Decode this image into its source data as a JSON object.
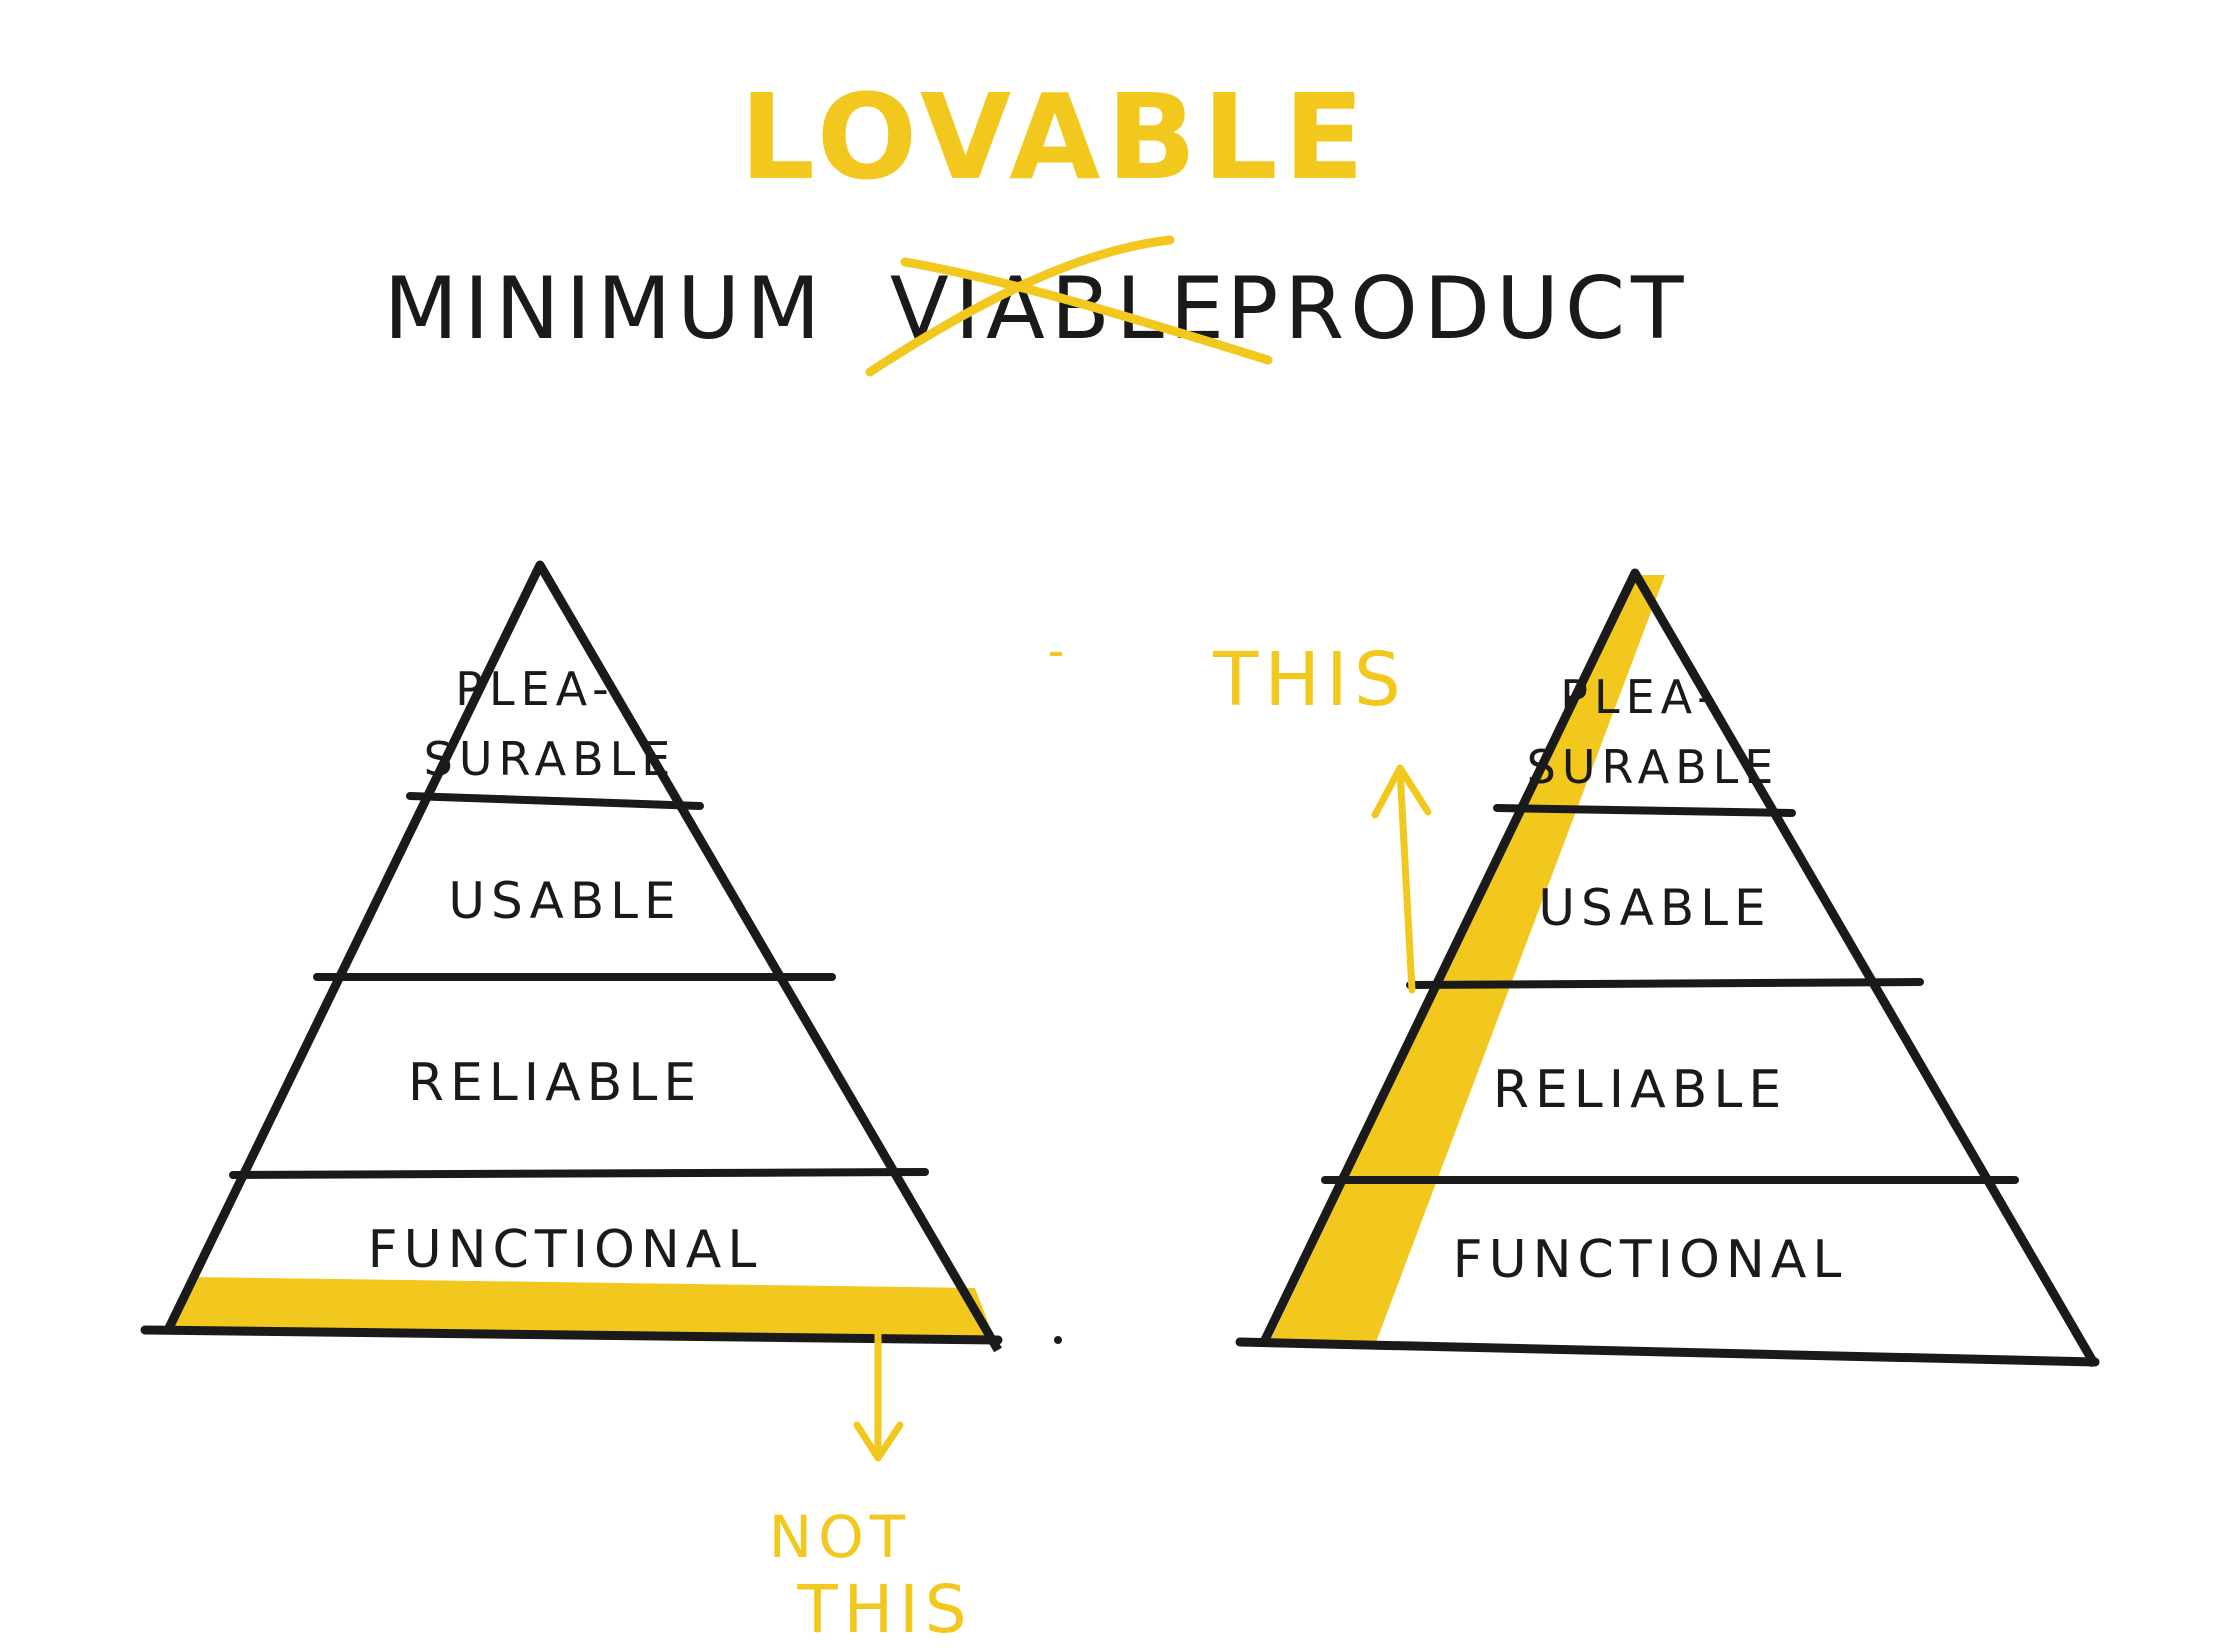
{
  "title": {
    "word_added": "LOVABLE",
    "word_1": "MINIMUM",
    "word_struck": "VIABLE",
    "word_3": "PRODUCT"
  },
  "left_pyramid": {
    "layers": {
      "top": [
        "PLEA-",
        "SURABLE"
      ],
      "usable": "USABLE",
      "reliable": "RELIABLE",
      "functional": "FUNCTIONAL"
    },
    "annotation": [
      "NOT",
      "THIS"
    ]
  },
  "right_pyramid": {
    "layers": {
      "top": [
        "PLEA-",
        "SURABLE"
      ],
      "usable": "USABLE",
      "reliable": "RELIABLE",
      "functional": "FUNCTIONAL"
    },
    "annotation": "THIS"
  },
  "colors": {
    "ink": "#1a1a1a",
    "highlight": "#f2c81e"
  }
}
